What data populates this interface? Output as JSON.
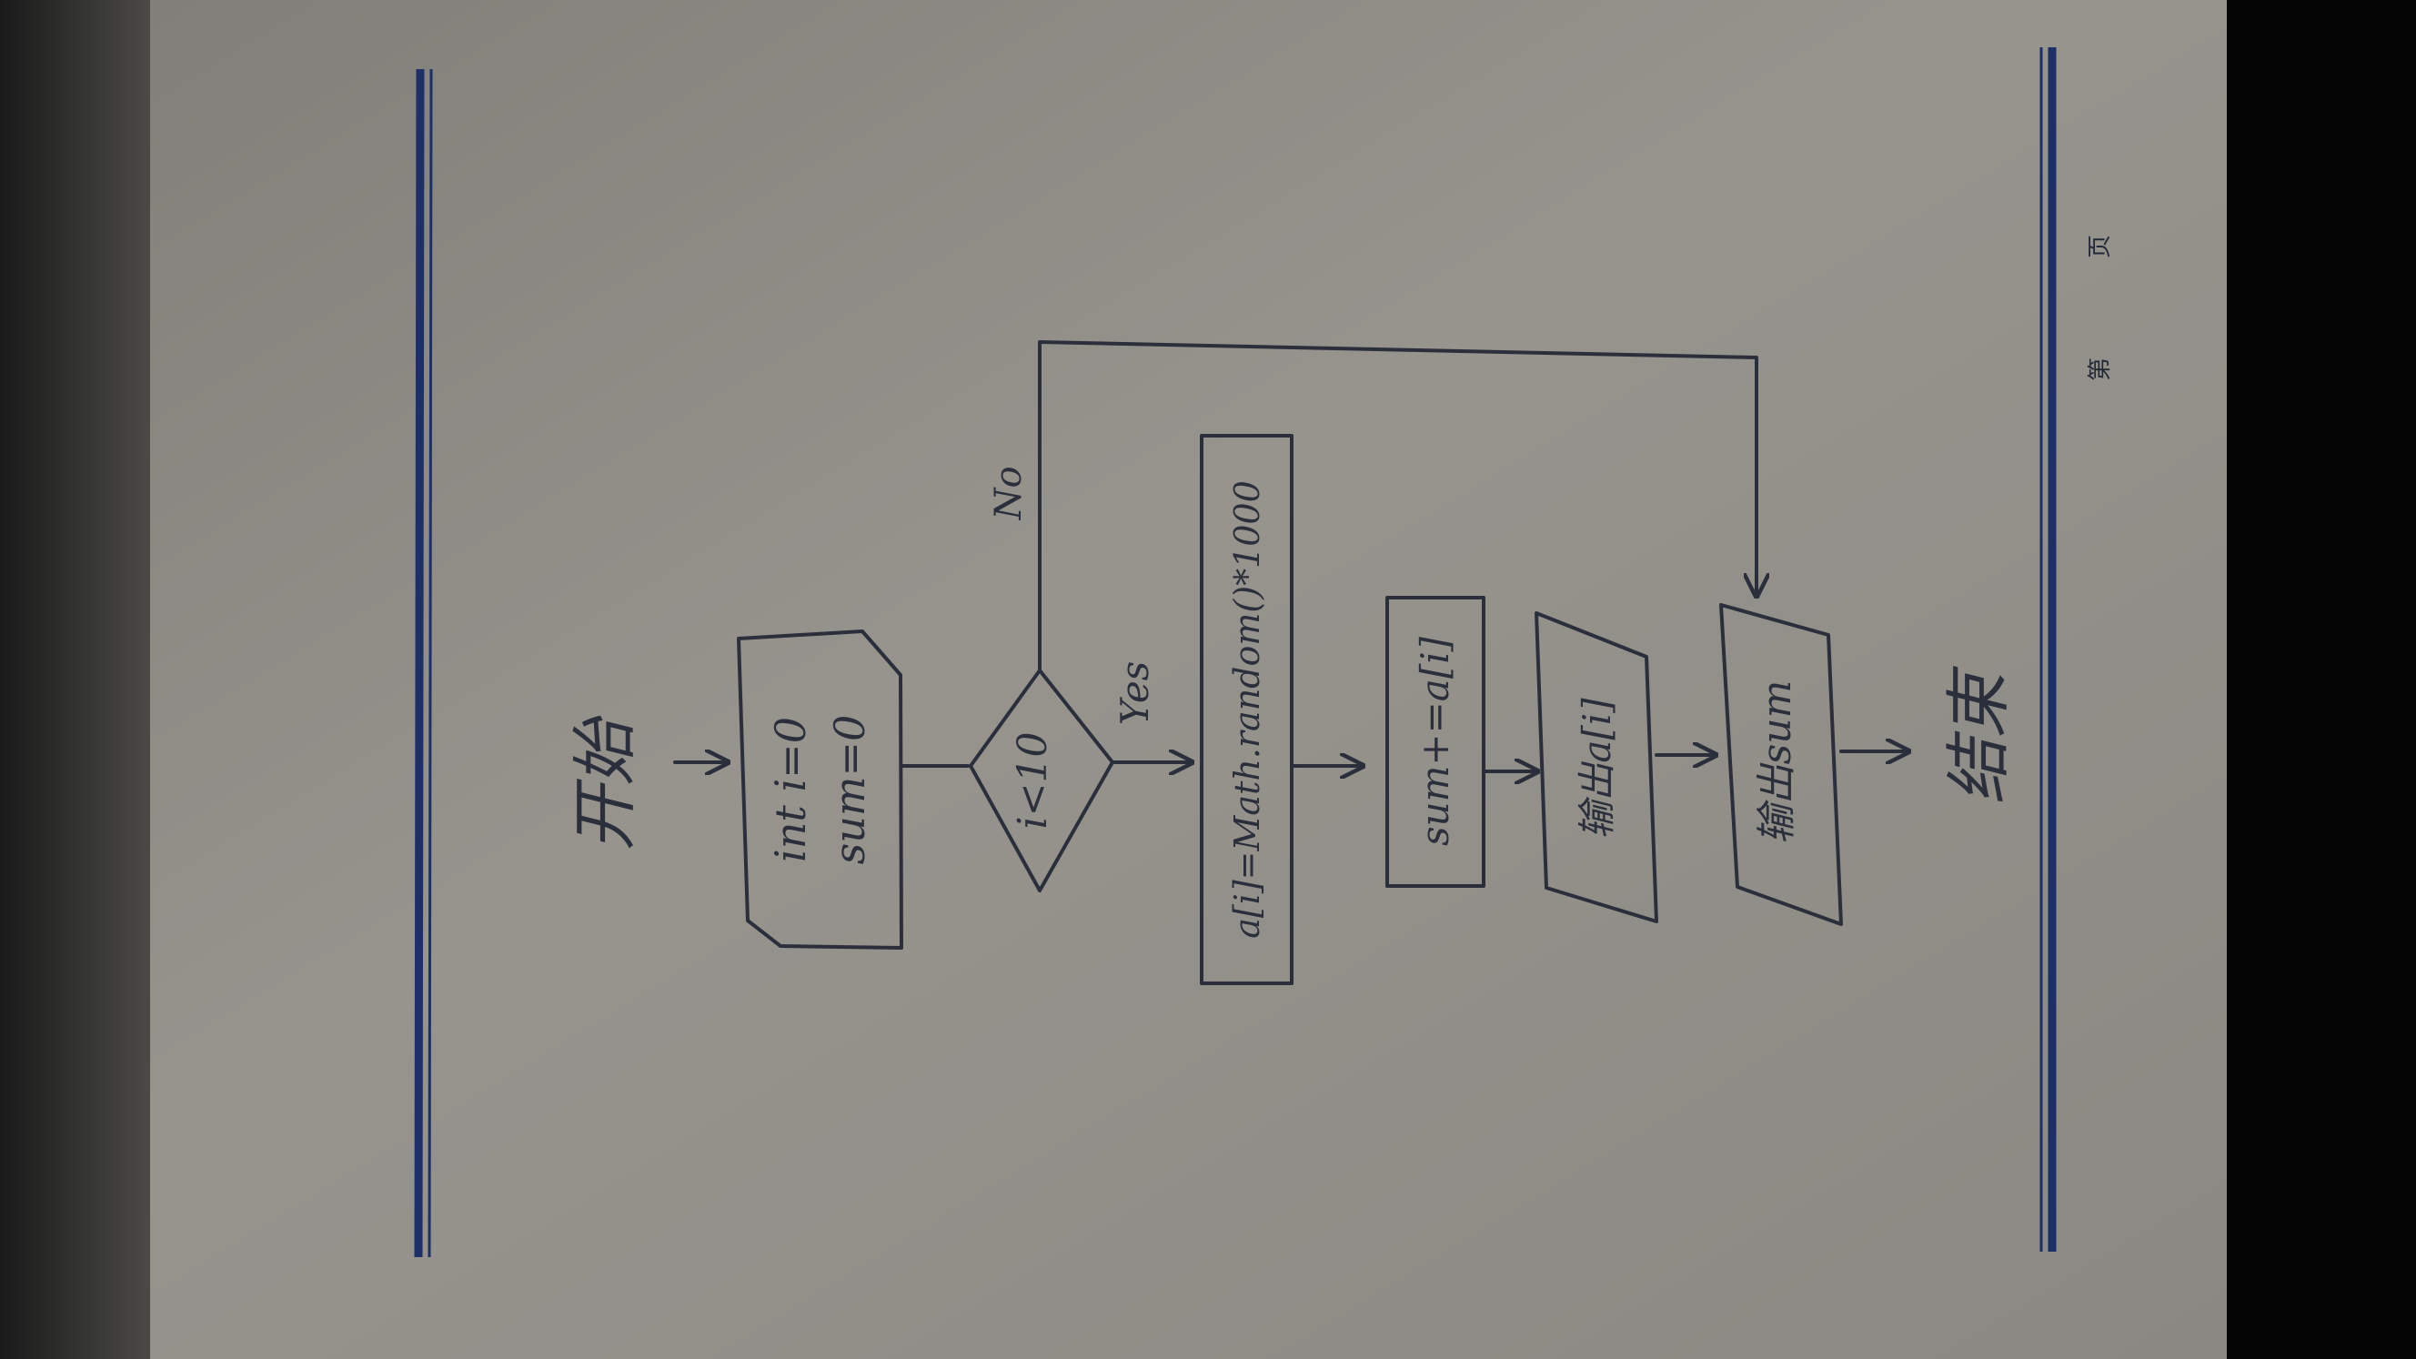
{
  "flowchart": {
    "start": "开始",
    "init_line1": "int i=0",
    "init_line2": "sum=0",
    "condition": "i<10",
    "yes_label": "Yes",
    "no_label": "No",
    "assign": "a[i]=Math.random()*1000",
    "accumulate": "sum+=a[i]",
    "output_item": "输出a[i]",
    "output_sum": "输出sum",
    "end": "结束"
  },
  "page_footer": {
    "di": "第",
    "ye": "页"
  },
  "colors": {
    "paper": "#8f8d86",
    "ink": "#2b2f3b",
    "rule_blue": "#1d2f66"
  }
}
